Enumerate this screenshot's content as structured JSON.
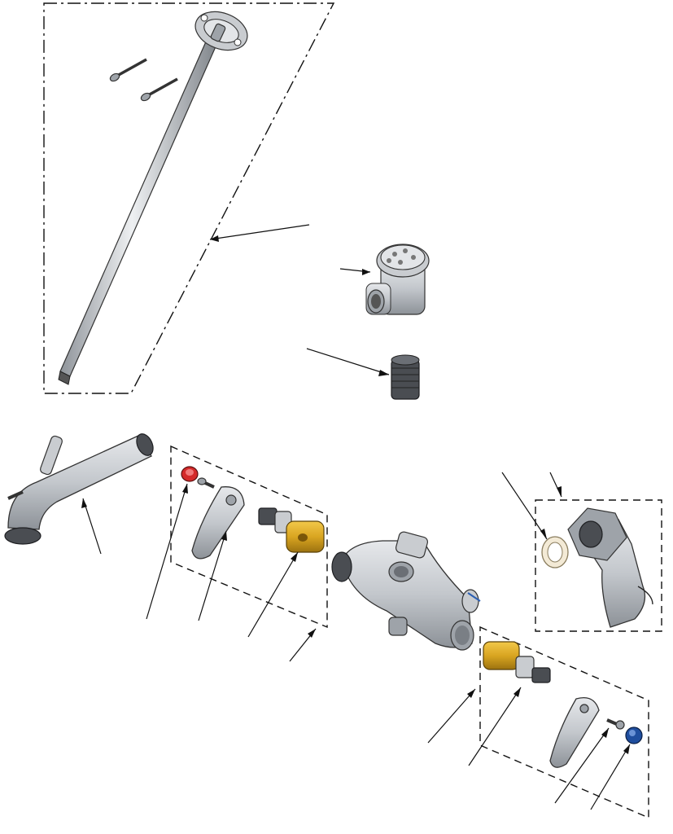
{
  "diagram": {
    "kind": "exploded-parts-view",
    "subject": "faucet-assembly",
    "colors": {
      "metal": "#c9ccd0",
      "brass": "#d9a521",
      "hot-indicator": "#d42a2a",
      "cold-indicator": "#1f4e9e",
      "thread": "#4a4d52",
      "line": "#111111"
    },
    "icons": [
      "screw-icon",
      "flange-icon",
      "rod-icon",
      "vacuum-breaker-icon",
      "nipple-icon",
      "spout-icon",
      "cartridge-icon",
      "lever-handle-icon",
      "index-button-icon",
      "valve-body-icon",
      "washer-icon",
      "elbow-icon"
    ],
    "parts": [
      "upper-rod-with-flange",
      "mounting-screws",
      "vacuum-breaker",
      "threaded-nipple",
      "swing-spout",
      "hot-index-button",
      "hot-handle-screw",
      "hot-lever-handle",
      "hot-cartridge",
      "valve-body",
      "cold-cartridge",
      "cold-lever-handle",
      "cold-handle-screw",
      "cold-index-button",
      "washer",
      "elbow-with-nut"
    ]
  }
}
